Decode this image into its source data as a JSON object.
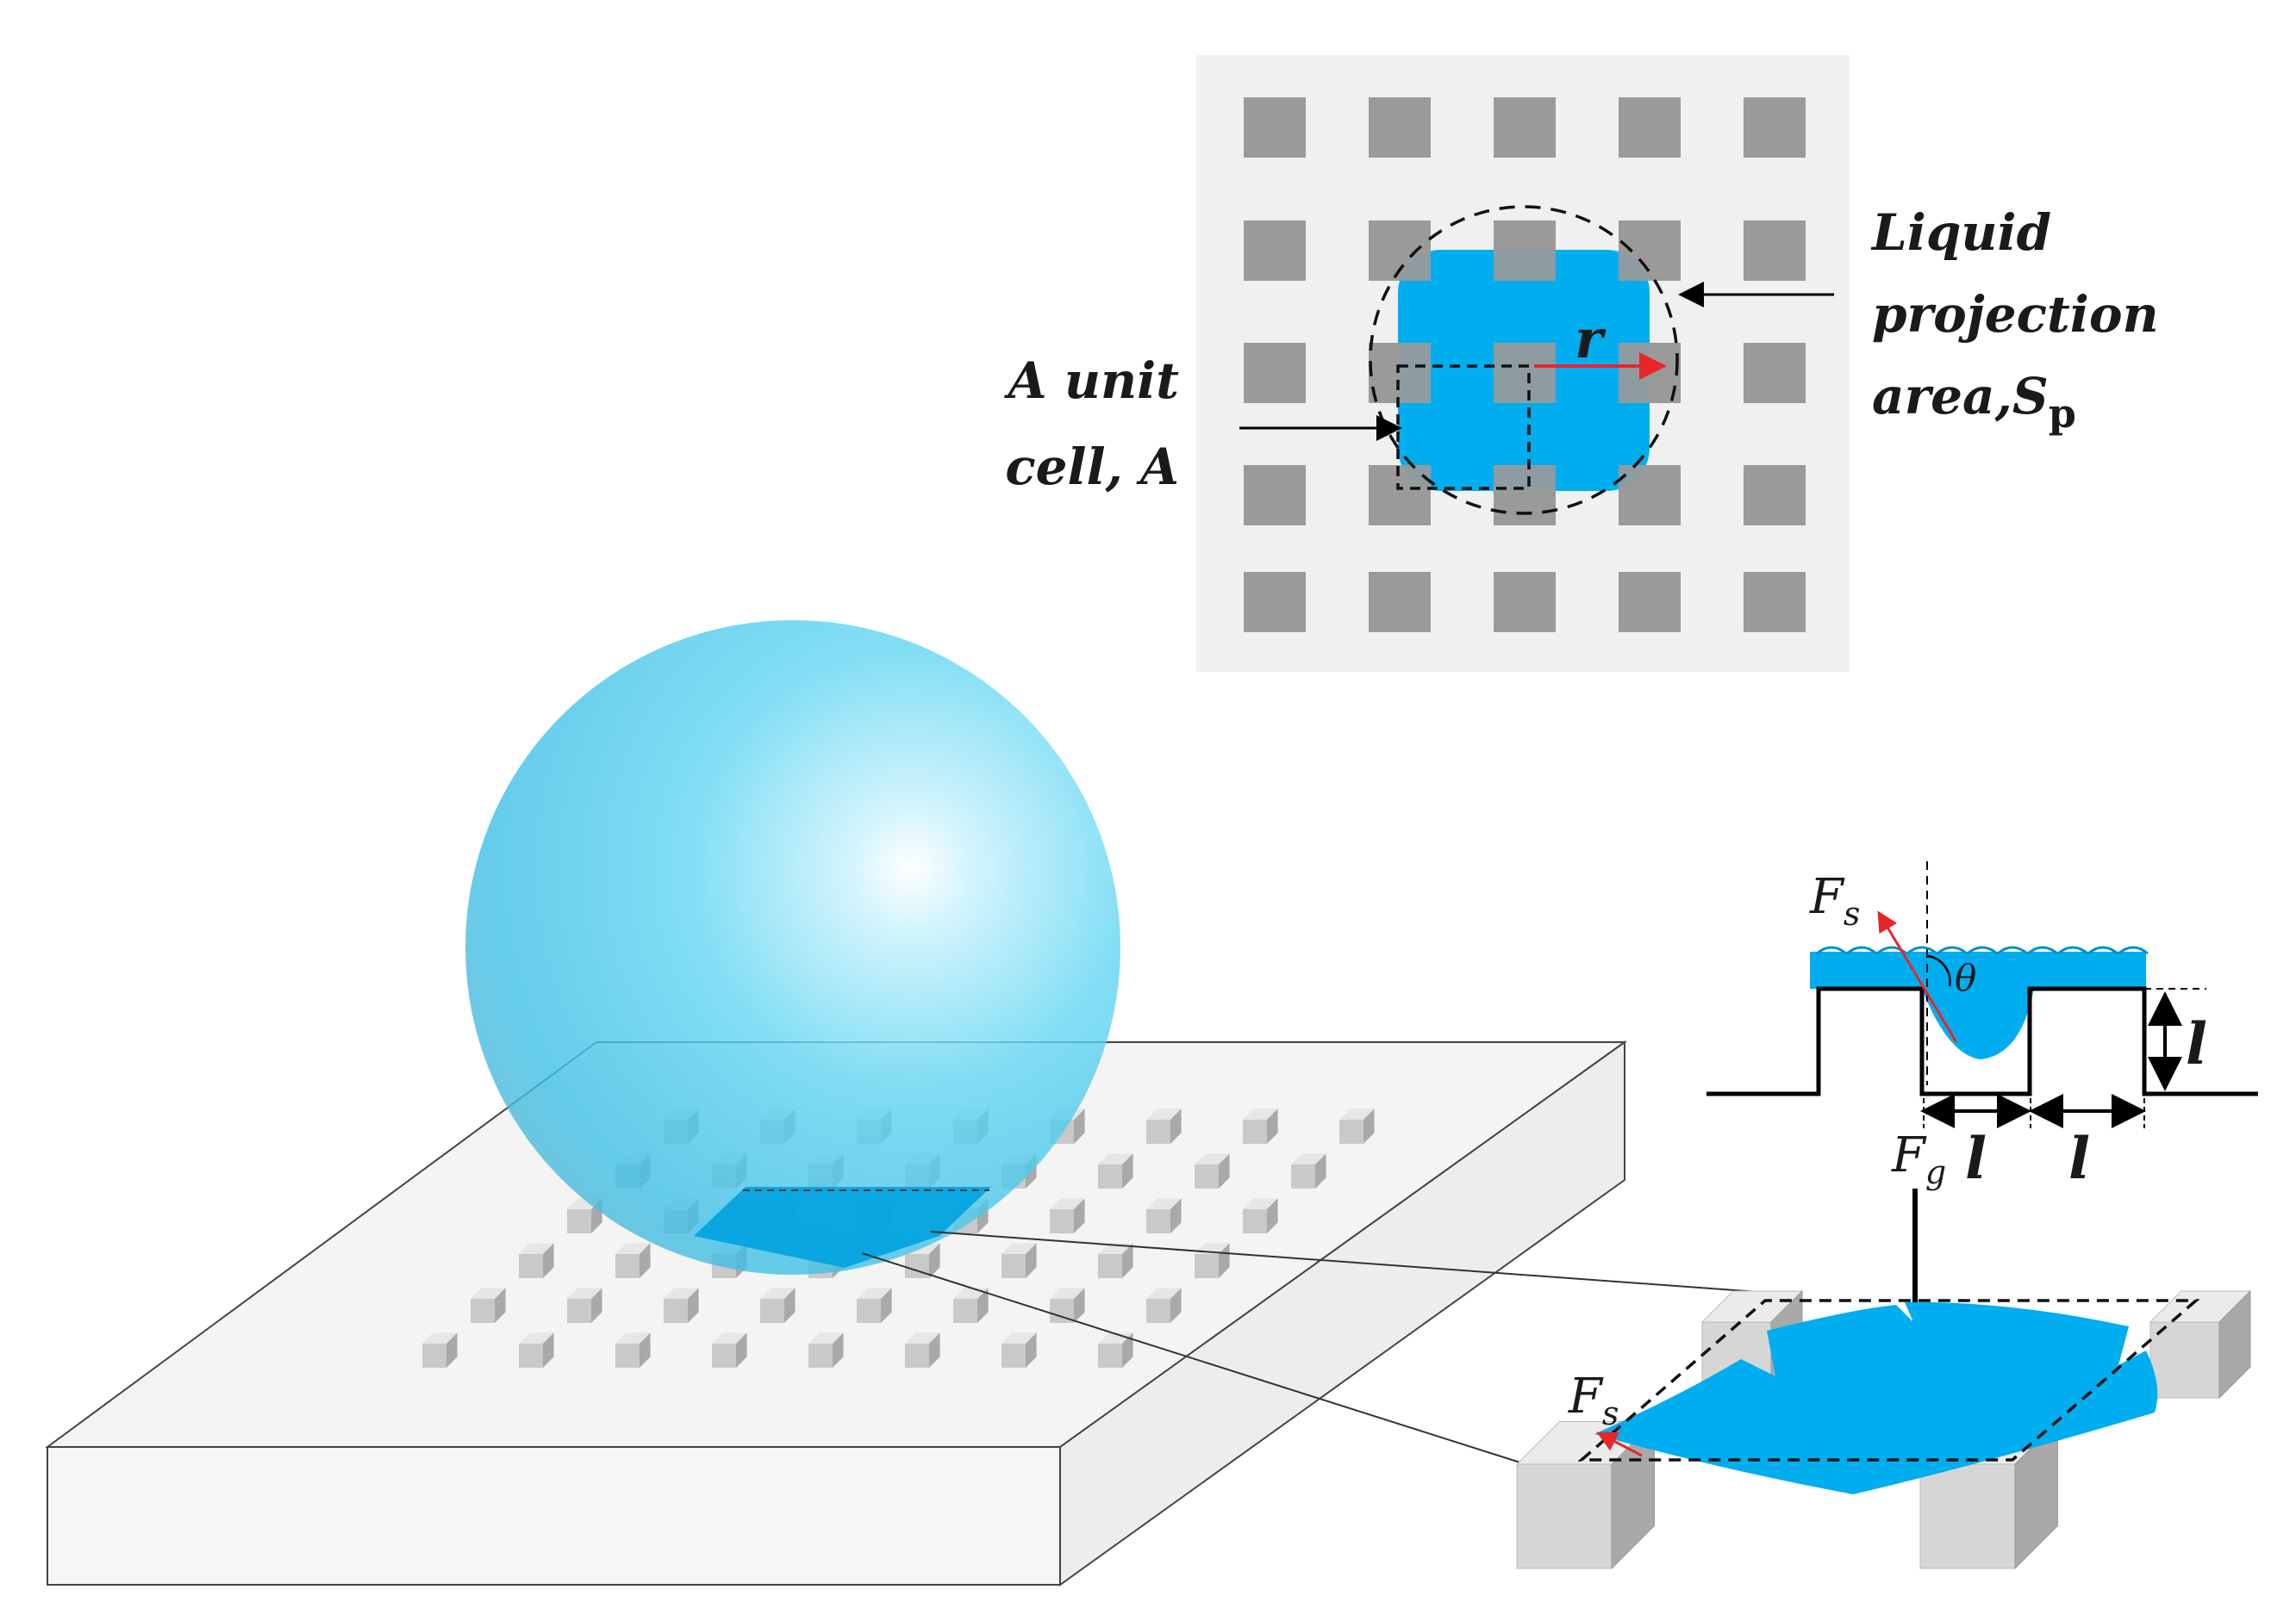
{
  "labels": {
    "unit_cell_line1": "A unit",
    "unit_cell_line2": "cell, A",
    "liquid_line1": "Liquid",
    "liquid_line2": "projection",
    "liquid_line3_main": "area,S",
    "liquid_line3_sub": "p",
    "radius": "r",
    "surface_force": "F",
    "surface_force_sub": "s",
    "gravity_force": "F",
    "gravity_force_sub": "g",
    "theta": "θ",
    "length_vertical": "l",
    "length_gap": "l",
    "length_pillar": "l",
    "surface_force_3d": "F",
    "surface_force_3d_sub": "s"
  },
  "colors": {
    "water": "#00aeef",
    "droplet": "#5fd3f3",
    "pillar": "#9a9a9a",
    "panel_bg": "#f0f0f0",
    "arrow_red": "#e8262a"
  }
}
